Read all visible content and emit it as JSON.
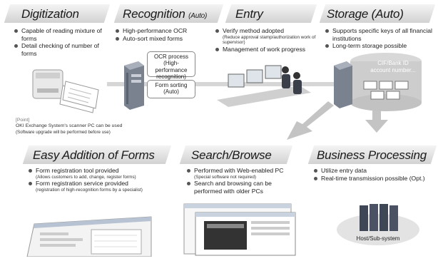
{
  "stages": {
    "digitization": {
      "title": "Digitization",
      "bullets": [
        "Capable of reading mixture of forms",
        "Detail checking of number of forms"
      ],
      "point_label": "[Point]",
      "point_text": "OKI Exchange System's scanner PC can be used",
      "point_sub": "(Software upgrade will be performed before use)"
    },
    "recognition": {
      "title": "Recognition",
      "title_suffix": "(Auto)",
      "bullets": [
        "High-performance OCR",
        "Auto-sort mixed forms"
      ],
      "box1": "OCR process (High-performance recognition)",
      "box2": "Form sorting (Auto)"
    },
    "entry": {
      "title": "Entry",
      "bullet1": "Verify method adopted",
      "bullet1_sub": "(Reduce approval stamp/authorization work of supervisor)",
      "bullet2": "Management of work progress"
    },
    "storage": {
      "title": "Storage (Auto)",
      "bullets": [
        "Supports specific keys of all financial institutions",
        "Long-term storage possible"
      ],
      "cylinder_line1": "CIF/Bank ID",
      "cylinder_line2": "account number..."
    },
    "forms": {
      "title": "Easy Addition of Forms",
      "bullet1": "Form registration tool provided",
      "bullet1_sub": "(Allows customers to add, change, register forms)",
      "bullet2": "Form registration service provided",
      "bullet2_sub": "(registration of high-recognition forms by a specialist)"
    },
    "search": {
      "title": "Search/Browse",
      "bullet1": "Performed with Web-enabled PC",
      "bullet1_sub": "(Special software not required)",
      "bullet2": "Search and browsing can be performed with older PCs"
    },
    "business": {
      "title": "Business Processing",
      "bullets": [
        "Utilize entry data",
        "Real-time transmission possible (Opt.)"
      ],
      "host_label": "Host/Sub-system"
    }
  },
  "colors": {
    "header_light": "#f4f4f4",
    "header_dark": "#d2d2d2",
    "arrow": "#c4c4c4",
    "server": "#7a8290"
  }
}
